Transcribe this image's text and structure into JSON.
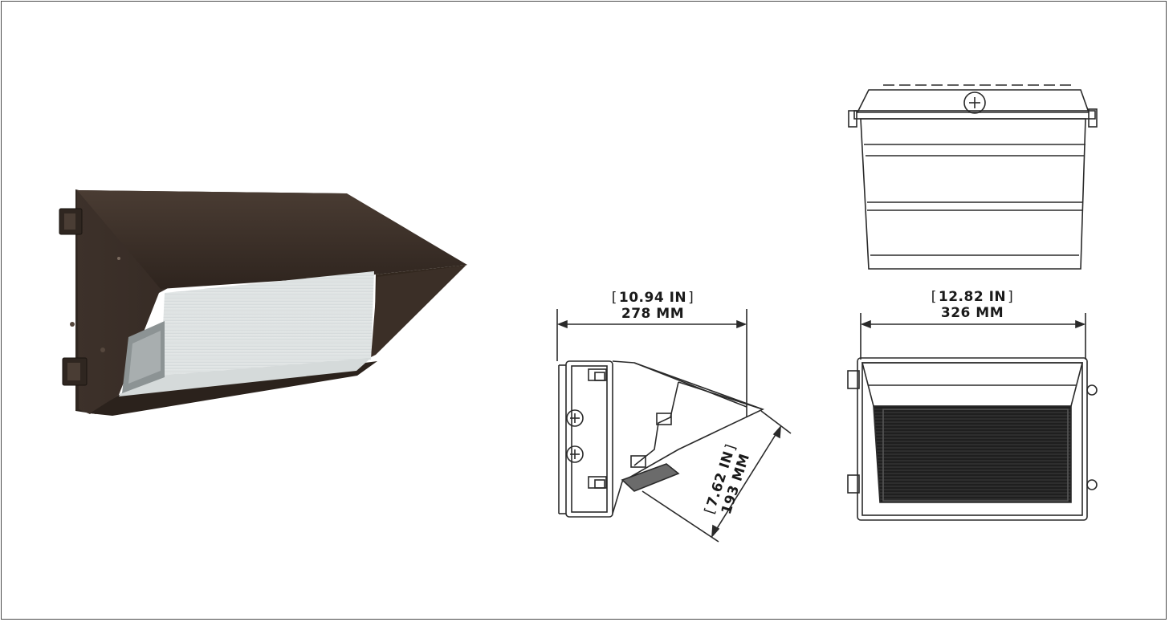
{
  "dimensions": {
    "side_width": {
      "inches": "10.94 IN",
      "mm": "278 MM"
    },
    "side_depth": {
      "inches": "7.62 IN",
      "mm": "193 MM"
    },
    "front_width": {
      "inches": "12.82 IN",
      "mm": "326 MM"
    }
  },
  "colors": {
    "housing_bronze": "#3a2e27",
    "housing_highlight": "#55463d",
    "lens": "#e9ecec",
    "line_drawing": "#2a2a2a",
    "border": "#4a4a4a"
  },
  "icons": {
    "product_photo": "wall-pack-light-icon",
    "side_view": "side-elevation-drawing",
    "top_view": "top-elevation-drawing",
    "front_view": "front-elevation-drawing"
  }
}
